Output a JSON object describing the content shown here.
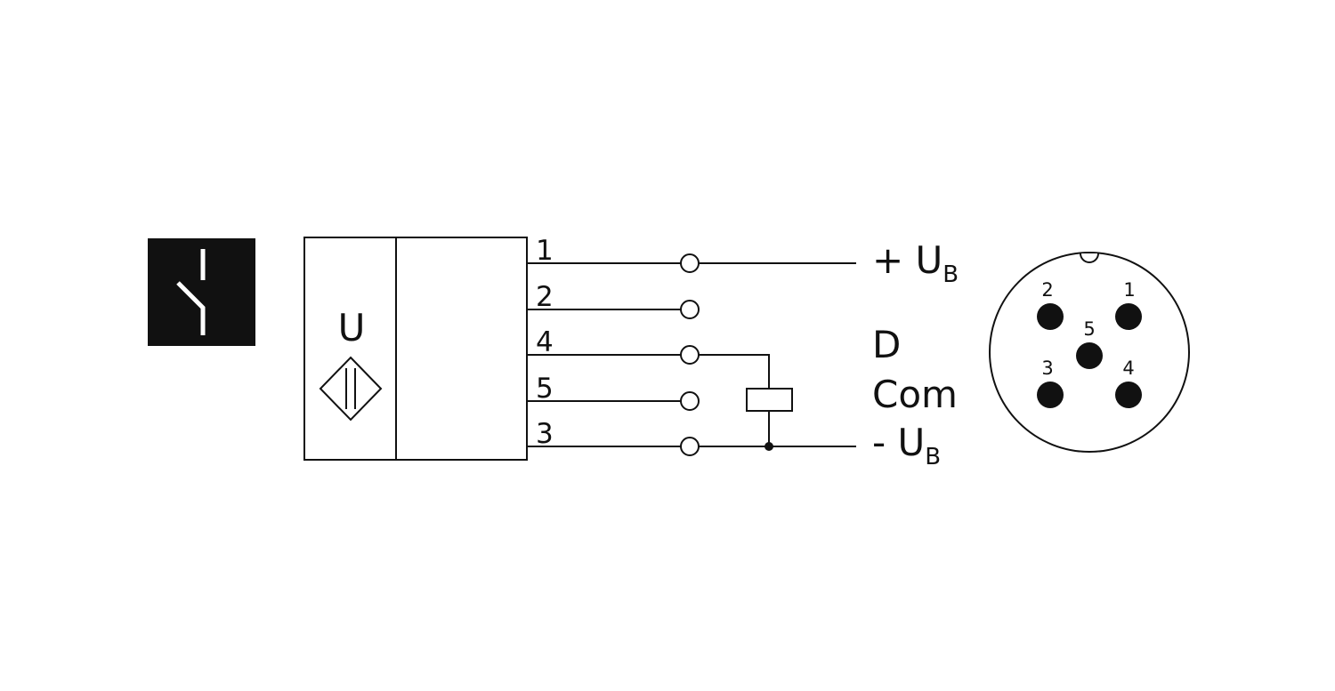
{
  "colors": {
    "ink": "#111111",
    "background": "#ffffff"
  },
  "symbol": {
    "icon": "normally-closed-contact-icon"
  },
  "sensor": {
    "label": "U",
    "icon": "ultrasonic-sensor-icon"
  },
  "wires": [
    {
      "pin": "1"
    },
    {
      "pin": "2"
    },
    {
      "pin": "4"
    },
    {
      "pin": "5"
    },
    {
      "pin": "3"
    }
  ],
  "load": {
    "icon": "relay-load-icon"
  },
  "supply": {
    "plus_main": "+ U",
    "plus_sub": "B",
    "minus_main": "- U",
    "minus_sub": "B"
  },
  "outputs": {
    "d_label": "D",
    "com_label": "Com"
  },
  "connector": {
    "icon": "m12-connector-face-icon",
    "pins": [
      {
        "label": "2"
      },
      {
        "label": "1"
      },
      {
        "label": "5"
      },
      {
        "label": "3"
      },
      {
        "label": "4"
      }
    ]
  }
}
